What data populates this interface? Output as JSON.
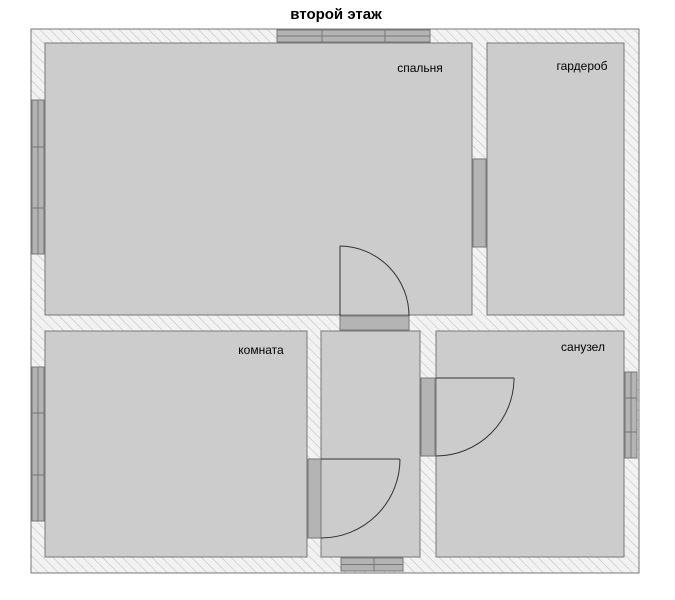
{
  "title": "второй этаж",
  "rooms": {
    "bedroom": "спальня",
    "wardrobe": "гардероб",
    "room": "комната",
    "bathroom": "санузел"
  },
  "colors": {
    "room_fill": "#cccccc",
    "wall_fill": "#f2f2f2",
    "wall_hatch": "#c4c4c4",
    "outline": "#777777",
    "window_fill": "#b4b4b4",
    "door_line": "#333333"
  }
}
